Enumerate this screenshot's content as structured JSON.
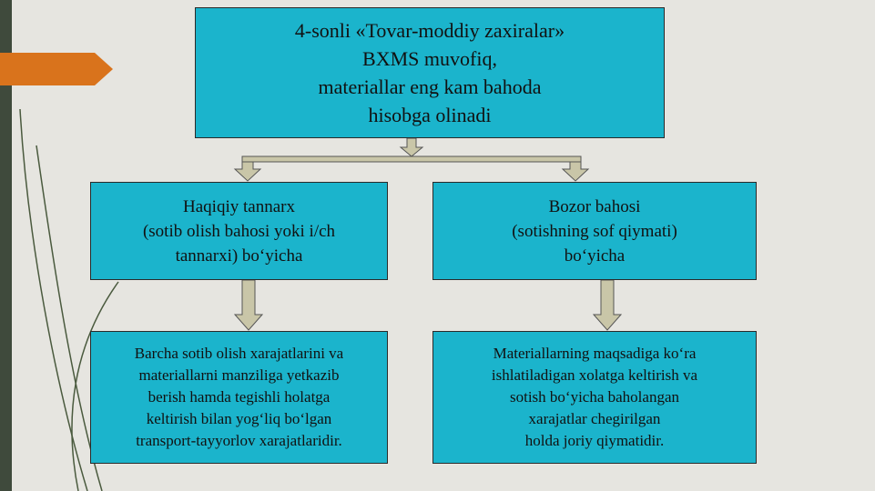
{
  "top_box": {
    "lines": [
      "4-sonli «Tovar-moddiy zaxiralar»",
      "BXMS muvofiq,",
      "materiallar eng kam bahoda",
      "hisobga olinadi"
    ]
  },
  "mid_left": {
    "lines": [
      "Haqiqiy tannarx",
      "(sotib olish bahosi yoki i/ch",
      "tannarxi) bo‘yicha"
    ]
  },
  "mid_right": {
    "lines": [
      "Bozor bahosi",
      "(sotishning sof qiymati)",
      "bo‘yicha"
    ]
  },
  "bot_left": {
    "lines": [
      "Barcha sotib olish xarajatlarini va",
      "materiallarni manziliga yetkazib",
      "berish hamda tegishli holatga",
      "keltirish bilan yog‘liq bo‘lgan",
      "transport-tayyorlov xarajatlaridir."
    ]
  },
  "bot_right": {
    "lines": [
      "Materiallarning maqsadiga ko‘ra",
      "ishlatiladigan xolatga keltirish va",
      "sotish bo‘yicha baholangan",
      "xarajatlar chegirilgan",
      "holda joriy qiymatidir."
    ]
  },
  "colors": {
    "box_fill": "#1bb4cc",
    "arrow_fill": "#c9c6a8",
    "accent_orange": "#d9731c",
    "left_bar": "#3f4a3c"
  }
}
